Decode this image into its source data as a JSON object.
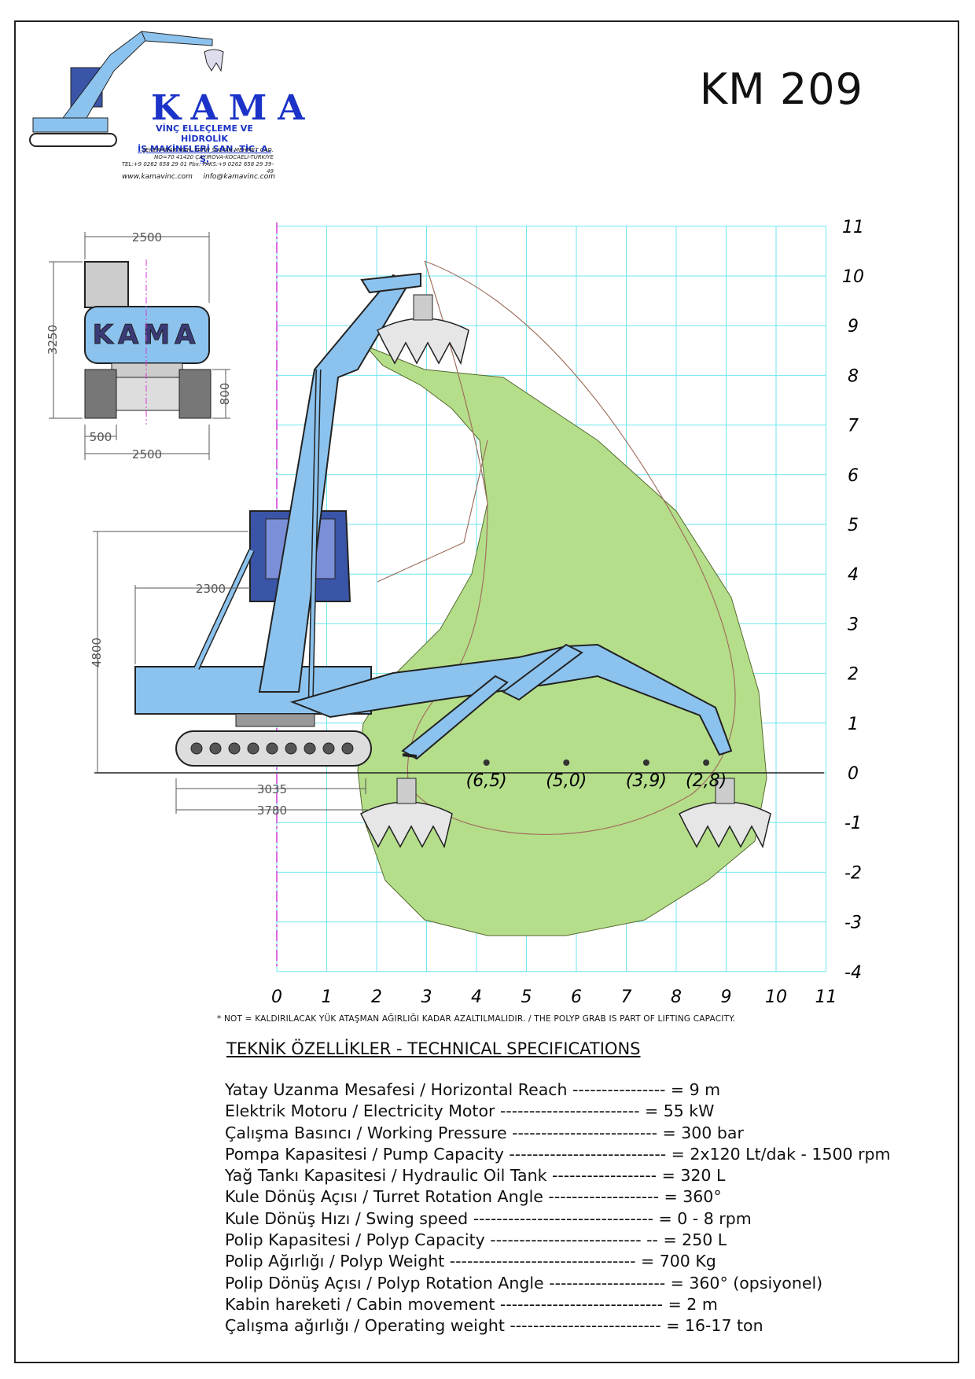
{
  "header": {
    "brand": "KAMA",
    "company_line1": "VİNÇ ELLEÇLEME VE HİDROLİK",
    "company_line2": "İŞ MAKİNELERİ SAN. TİC. A. Ş.",
    "address_line1": "ŞEKERPINAR MAH. FATİH SULTAN MEHMET CAD.",
    "address_line2": "NO=70       41420 ÇAYIROVA-KOCAELİ-TÜRKİYE",
    "address_line3": "TEL:+9 0262 658 29 01 Pbx. FAKS:+9 0262 658 29 39-49",
    "website": "www.kamavinc.com",
    "email": "info@kamavinc.com",
    "model": "KM 209"
  },
  "dimensions": {
    "front_top_width": "2500",
    "front_height": "3250",
    "front_track_height": "800",
    "front_track_width": "500",
    "front_bottom_width": "2500",
    "side_width": "2300",
    "side_height": "4800",
    "side_length_1": "3035",
    "side_length_2": "3780",
    "logo_on_machine": "KAMA"
  },
  "chart": {
    "x_ticks": [
      "0",
      "1",
      "2",
      "3",
      "4",
      "5",
      "6",
      "7",
      "8",
      "9",
      "10",
      "11"
    ],
    "y_ticks": [
      "11",
      "10",
      "9",
      "8",
      "7",
      "6",
      "5",
      "4",
      "3",
      "2",
      "1",
      "0",
      "-1",
      "-2",
      "-3",
      "-4"
    ],
    "capacity_points": [
      {
        "label": "(6,5)",
        "x": 4.2
      },
      {
        "label": "(5,0)",
        "x": 5.8
      },
      {
        "label": "(3,9)",
        "x": 7.4
      },
      {
        "label": "(2,8)",
        "x": 8.6
      }
    ],
    "colors": {
      "grid": "#6ee6f0",
      "reach_area": "#b5de8a",
      "machine": "#8cc3ee",
      "axis_mark": "#d23ad2"
    }
  },
  "note": "* NOT = KALDIRILACAK YÜK ATAŞMAN AĞIRLIĞI KADAR AZALTILMALIDIR. / THE POLYP GRAB IS PART OF LIFTING CAPACITY.",
  "specs_title": "TEKNİK ÖZELLİKLER - TECHNICAL SPECIFICATIONS",
  "specs": [
    {
      "label": "Yatay Uzanma Mesafesi / Horizontal Reach",
      "dashes": " ---------------- ",
      "value": "= 9 m"
    },
    {
      "label": "Elektrik Motoru / Electricity Motor",
      "dashes": " ------------------------ ",
      "value": "= 55 kW"
    },
    {
      "label": "Çalışma Basıncı / Working Pressure",
      "dashes": " ------------------------- ",
      "value": "= 300 bar"
    },
    {
      "label": "Pompa Kapasitesi / Pump Capacity",
      "dashes": " --------------------------- ",
      "value": "= 2x120 Lt/dak - 1500 rpm"
    },
    {
      "label": "Yağ Tankı Kapasitesi / Hydraulic Oil Tank",
      "dashes": " ------------------ ",
      "value": "= 320 L"
    },
    {
      "label": "Kule Dönüş Açısı / Turret Rotation Angle",
      "dashes": " ------------------- ",
      "value": "= 360°"
    },
    {
      "label": "Kule Dönüş Hızı / Swing speed",
      "dashes": " ------------------------------- ",
      "value": "= 0 - 8 rpm"
    },
    {
      "label": "Polip Kapasitesi / Polyp Capacity",
      "dashes": " -------------------------- -- ",
      "value": "= 250 L"
    },
    {
      "label": "Polip Ağırlığı / Polyp Weight",
      "dashes": " -------------------------------- ",
      "value": "= 700 Kg"
    },
    {
      "label": "Polip Dönüş Açısı / Polyp Rotation Angle",
      "dashes": " -------------------- ",
      "value": "= 360° (opsiyonel)"
    },
    {
      "label": "Kabin hareketi / Cabin movement",
      "dashes": " ---------------------------- ",
      "value": "= 2 m"
    },
    {
      "label": "Çalışma ağırlığı / Operating weight",
      "dashes": " -------------------------- ",
      "value": "= 16-17 ton"
    }
  ]
}
